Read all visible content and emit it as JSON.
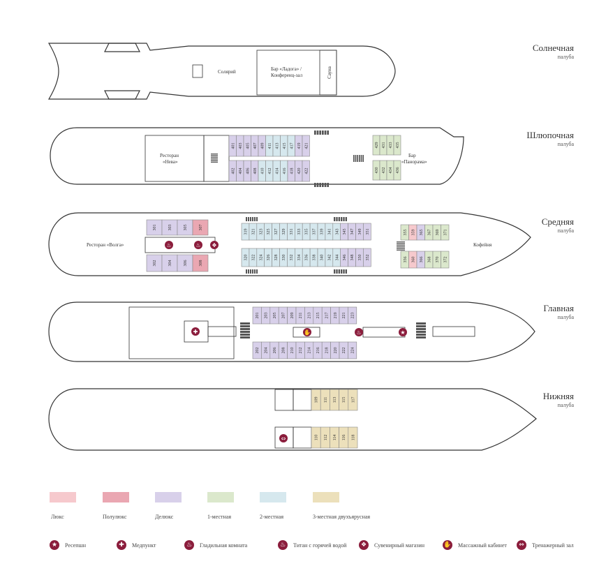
{
  "decks": [
    {
      "name": "Солнечная",
      "sub": "палуба"
    },
    {
      "name": "Шлюпочная",
      "sub": "палуба"
    },
    {
      "name": "Средняя",
      "sub": "палуба"
    },
    {
      "name": "Главная",
      "sub": "палуба"
    },
    {
      "name": "Нижняя",
      "sub": "палуба"
    }
  ],
  "venues": {
    "solarium": "Солярий",
    "bar_ladoga": "Бар «Ладога» /",
    "conference": "Конференц-зал",
    "sauna": "Сауна",
    "restaurant_neva_1": "Ресторан",
    "restaurant_neva_2": "«Нева»",
    "bar_panorama_1": "Бар",
    "bar_panorama_2": "«Панорама»",
    "restaurant_volga": "Ресторан «Волга»",
    "coffee": "Кофейня"
  },
  "colors": {
    "lux": "#f6c9cd",
    "semilux": "#eaa7b2",
    "deluxe": "#d8d0ea",
    "single": "#dbe8cc",
    "double": "#d6e8ee",
    "triple_bunk": "#ece0bb",
    "icon": "#8b1d3c",
    "outline": "#333333"
  },
  "cabins": {
    "boat_top": [
      "401",
      "403",
      "405",
      "407",
      "409",
      "411",
      "413",
      "415",
      "417",
      "419",
      "421"
    ],
    "boat_bottom": [
      "402",
      "404",
      "406",
      "408",
      "410",
      "412",
      "414",
      "416",
      "418",
      "420",
      "422"
    ],
    "boat_fore_top": [
      "429",
      "431",
      "433",
      "435"
    ],
    "boat_fore_bottom": [
      "430",
      "432",
      "434",
      "436"
    ],
    "mid_aft_top": [
      "301",
      "303",
      "305",
      "307"
    ],
    "mid_aft_bottom": [
      "302",
      "304",
      "306",
      "308"
    ],
    "mid_top": [
      "319",
      "321",
      "323",
      "325",
      "327",
      "329",
      "331",
      "333",
      "335",
      "337",
      "339",
      "341",
      "343",
      "345",
      "347",
      "349",
      "351"
    ],
    "mid_bottom": [
      "320",
      "322",
      "324",
      "326",
      "328",
      "330",
      "332",
      "334",
      "336",
      "338",
      "340",
      "342",
      "344",
      "346",
      "348",
      "350",
      "352"
    ],
    "mid_fore_top": [
      "355",
      "359",
      "365",
      "367",
      "369",
      "371"
    ],
    "mid_fore_bottom": [
      "356",
      "360",
      "366",
      "368",
      "370",
      "372"
    ],
    "main_top": [
      "201",
      "203",
      "205",
      "207",
      "209",
      "211",
      "213",
      "215",
      "217",
      "219",
      "221",
      "223"
    ],
    "main_bottom": [
      "202",
      "204",
      "206",
      "208",
      "210",
      "212",
      "214",
      "216",
      "218",
      "220",
      "222",
      "224"
    ],
    "lower_top": [
      "109",
      "111",
      "113",
      "115",
      "117"
    ],
    "lower_bottom": [
      "110",
      "112",
      "114",
      "116",
      "118"
    ]
  },
  "legend": [
    {
      "label": "Люкс",
      "color": "#f6c9cd"
    },
    {
      "label": "Полулюкс",
      "color": "#eaa7b2"
    },
    {
      "label": "Делюкс",
      "color": "#d8d0ea"
    },
    {
      "label": "1-местная",
      "color": "#dbe8cc"
    },
    {
      "label": "2-местная",
      "color": "#d6e8ee"
    },
    {
      "label": "3-местная двухъярусная",
      "color": "#ece0bb"
    }
  ],
  "icons": [
    {
      "label": "Ресепшн",
      "icon": "star-icon",
      "glyph": "★"
    },
    {
      "label": "Медпункт",
      "icon": "medical-cross-icon",
      "glyph": "✚"
    },
    {
      "label": "Гладильная комната",
      "icon": "iron-icon",
      "glyph": "♨"
    },
    {
      "label": "Титан с горячей водой",
      "icon": "boiler-icon",
      "glyph": "♨"
    },
    {
      "label": "Сувенирный магазин",
      "icon": "gift-icon",
      "glyph": "❖"
    },
    {
      "label": "Массажный кабинет",
      "icon": "massage-hand-icon",
      "glyph": "✋"
    },
    {
      "label": "Тренажерный зал",
      "icon": "dumbbell-icon",
      "glyph": "⇔"
    }
  ]
}
